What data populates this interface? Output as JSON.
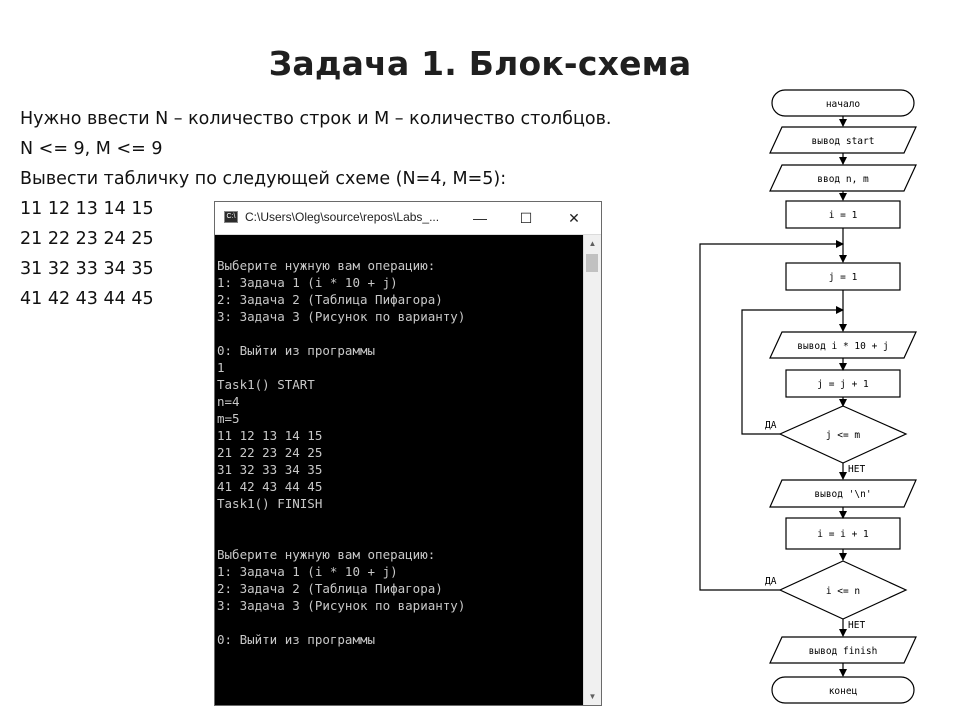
{
  "slide": {
    "title": "Задача 1. Блок-схема",
    "task_lines": [
      "Нужно ввести N – количество строк и M – количество столбцов.",
      "N <= 9, M <= 9",
      "Вывести табличку по следующей схеме (N=4, M=5):",
      "11 12 13 14 15",
      "21 22 23 24 25",
      "31 32 33 34 35",
      "41 42 43 44 45"
    ]
  },
  "console": {
    "window_title": "C:\\Users\\Oleg\\source\\repos\\Labs_...",
    "icon": "console-app-icon",
    "controls": {
      "minimize": "—",
      "maximize": "☐",
      "close": "✕"
    },
    "lines": [
      "",
      "Выберите нужную вам операцию:",
      "1: Задача 1 (i * 10 + j)",
      "2: Задача 2 (Таблица Пифагора)",
      "3: Задача 3 (Рисунок по варианту)",
      "",
      "0: Выйти из программы",
      "1",
      "Task1() START",
      "n=4",
      "m=5",
      "11 12 13 14 15",
      "21 22 23 24 25",
      "31 32 33 34 35",
      "41 42 43 44 45",
      "Task1() FINISH",
      "",
      "",
      "Выберите нужную вам операцию:",
      "1: Задача 1 (i * 10 + j)",
      "2: Задача 2 (Таблица Пифагора)",
      "3: Задача 3 (Рисунок по варианту)",
      "",
      "0: Выйти из программы"
    ]
  },
  "flowchart": {
    "start": "начало",
    "output_start": "вывод start",
    "input_nm": "ввод n, m",
    "init_i": "i = 1",
    "init_j": "j = 1",
    "output_value": "вывод i * 10 + j",
    "inc_j": "j = j + 1",
    "cond_j": "j <= m",
    "output_newline": "вывод '\\n'",
    "inc_i": "i = i + 1",
    "cond_i": "i <= n",
    "output_finish": "вывод finish",
    "end": "конец",
    "yes_label": "ДА",
    "no_label": "НЕТ"
  }
}
